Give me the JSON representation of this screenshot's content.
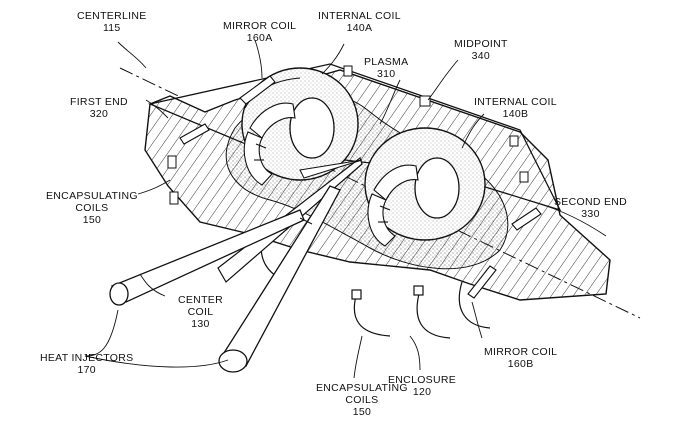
{
  "labels": {
    "centerline": {
      "name": "CENTERLINE",
      "ref": "115"
    },
    "mirror_coil_a": {
      "name": "MIRROR COIL",
      "ref": "160A"
    },
    "internal_coil_a": {
      "name": "INTERNAL COIL",
      "ref": "140A"
    },
    "plasma": {
      "name": "PLASMA",
      "ref": "310"
    },
    "midpoint": {
      "name": "MIDPOINT",
      "ref": "340"
    },
    "first_end": {
      "name": "FIRST END",
      "ref": "320"
    },
    "internal_coil_b": {
      "name": "INTERNAL COIL",
      "ref": "140B"
    },
    "encapsulating_coils_left": {
      "line1": "ENCAPSULATING",
      "line2": "COILS",
      "ref": "150"
    },
    "second_end": {
      "name": "SECOND END",
      "ref": "330"
    },
    "center_coil": {
      "line1": "CENTER",
      "line2": "COIL",
      "ref": "130"
    },
    "heat_injectors": {
      "name": "HEAT INJECTORS",
      "ref": "170"
    },
    "mirror_coil_b": {
      "name": "MIRROR COIL",
      "ref": "160B"
    },
    "enclosure": {
      "name": "ENCLOSURE",
      "ref": "120"
    },
    "encapsulating_coils_bottom": {
      "line1": "ENCAPSULATING",
      "line2": "COILS",
      "ref": "150"
    }
  }
}
